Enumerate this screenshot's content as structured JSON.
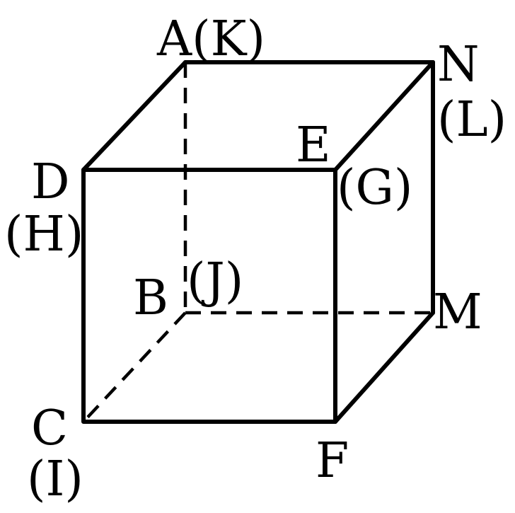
{
  "title": "Cube with labeled vertices",
  "labels": {
    "A": "A(K)",
    "N": "N",
    "L": "(L)",
    "E": "E",
    "G": "(G)",
    "D": "D",
    "H": "(H)",
    "B": "B",
    "J": "(J)",
    "M": "M",
    "C": "C",
    "I": "(I)",
    "F": "F"
  }
}
